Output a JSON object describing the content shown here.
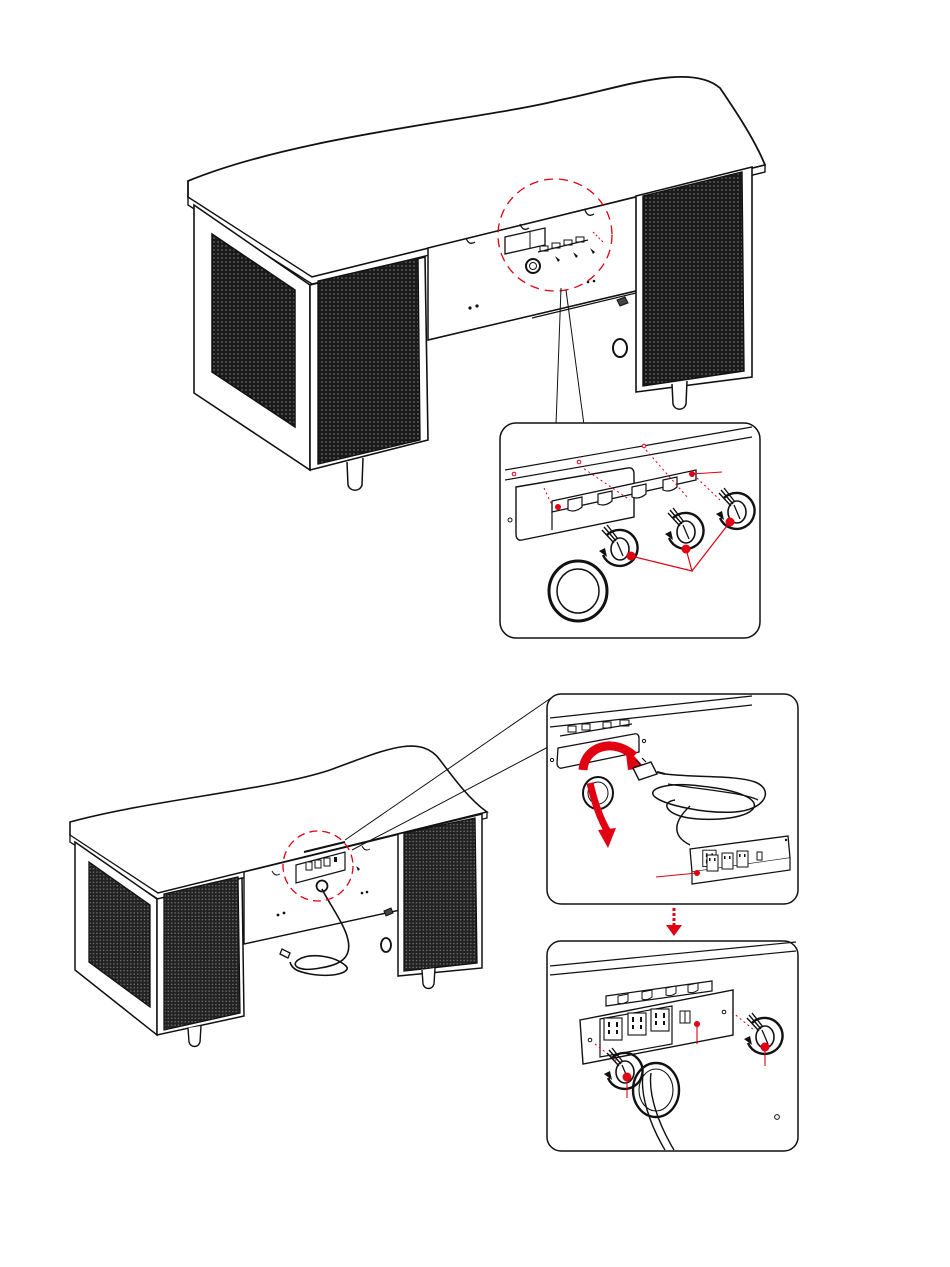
{
  "colors": {
    "ink": "#111111",
    "accent": "#e00012",
    "paper": "#ffffff",
    "mesh": "#1c1c1c",
    "grey": "#9a9a9a"
  },
  "steps": [
    {
      "name": "attach-outlet-bracket",
      "callout_shape": "dashed-circle",
      "detail": "bracket-screws"
    },
    {
      "name": "install-power-strip",
      "callout_shape": "dashed-circle",
      "detail": "cord-routing"
    },
    {
      "name": "secure-power-strip",
      "detail": "strip-screws"
    }
  ],
  "icons": [
    "desk",
    "screw",
    "rotate-arrow",
    "grommet",
    "power-cord",
    "power-strip",
    "bend-arrow",
    "down-arrow"
  ]
}
